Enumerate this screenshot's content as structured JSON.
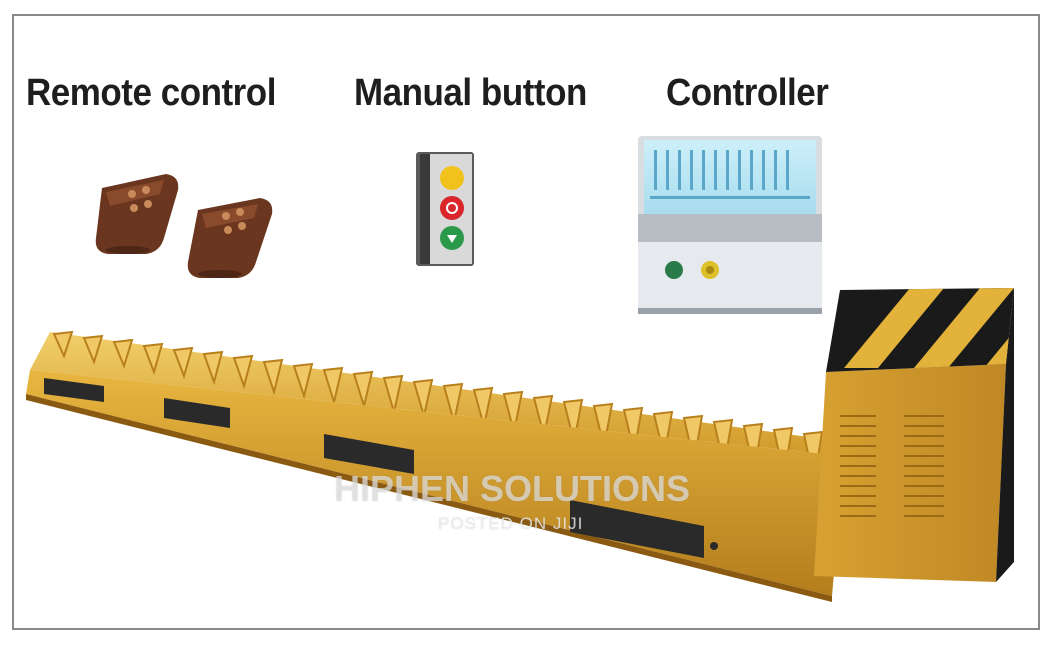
{
  "labels": {
    "remote": "Remote control",
    "manual": "Manual button",
    "controller": "Controller"
  },
  "watermark": {
    "brand": "HIPHEN SOLUTIONS",
    "posted": "POSTED ON JIJI"
  },
  "colors": {
    "frame": "#8a8a8a",
    "barrier_yellow": "#e2b23a",
    "barrier_dark": "#1a1a1a",
    "remote_brown": "#6a3620",
    "controller_blue": "#bfe6f2"
  }
}
